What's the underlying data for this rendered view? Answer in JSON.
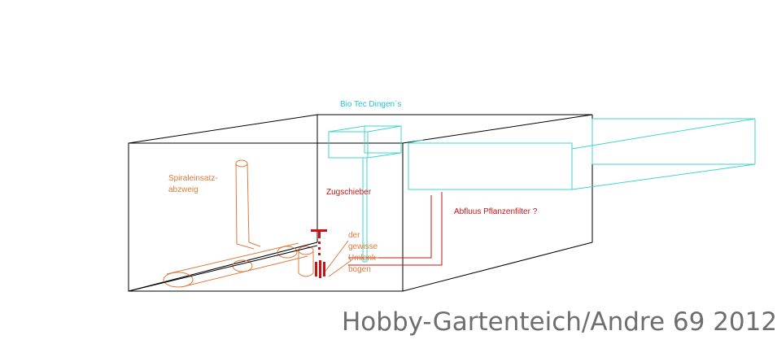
{
  "labels": {
    "bio_tec": "Bio Tec Dingen´s",
    "spirale_line1": "Spiraleinsatz-",
    "spirale_line2": "abzweig",
    "zugschieber": "Zugschieber",
    "abfluss": "Abfluus Pflanzenfilter ?",
    "umlenk_line1": "der",
    "umlenk_line2": "gewisse",
    "umlenk_line3": "Umlenk-",
    "umlenk_line4": "bogen"
  },
  "watermark": "Hobby-Gartenteich/Andre 69 2012",
  "colors": {
    "outline": "#000000",
    "pipes": "#e07a3c",
    "biotec": "#3fd6cc",
    "biotec_text": "#25c4d0",
    "red": "#c81414",
    "watermark": "#6e6e6e"
  }
}
